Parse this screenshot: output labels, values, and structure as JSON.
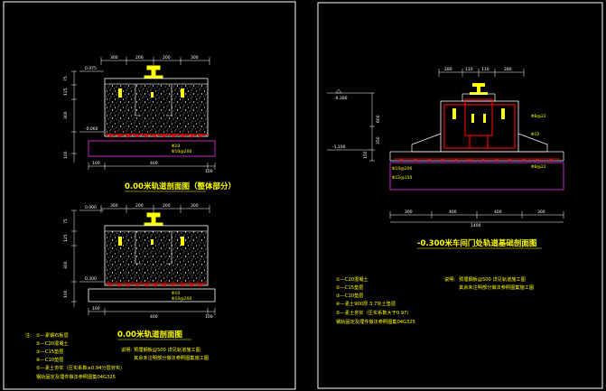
{
  "colors": {
    "background": "#000000",
    "frame": "#ffffff",
    "concrete": "#ffffff",
    "rebar": "#ff0000",
    "cushion": "#a020a0",
    "annotation": "#ffff00"
  },
  "left_sheet": {
    "section_top": {
      "title": "0.00米轨道剖面图（整体部分）",
      "dims_top": [
        "300",
        "200",
        "200",
        "300"
      ],
      "levels": [
        "0.075",
        "-0.060"
      ],
      "side_dims": [
        "75",
        "125",
        "300",
        "100"
      ],
      "bottom_dims": [
        "100",
        "400",
        "100"
      ],
      "rebar_labels": [
        "Φ10",
        "Φ10@200"
      ]
    },
    "section_bottom": {
      "title": "0.00米轨道剖面图",
      "dims_top": [
        "300",
        "200",
        "200",
        "300"
      ],
      "levels": [
        "0.000",
        "0.300"
      ],
      "side_dims": [
        "75",
        "125",
        "300",
        "100"
      ],
      "bottom_dims": [
        "100",
        "400",
        "100"
      ],
      "rebar_labels": [
        "Φ10",
        "Φ10@200"
      ]
    },
    "legend": {
      "label": "注:",
      "items": [
        "①—素钢石板层",
        "②—C20混凝土",
        "③—C15垫层",
        "④—C10垫层",
        "⑤—素土夯实（压实系数≥0.94分层夯实）",
        "钢轨固定及埋件做法参照图集04G325"
      ]
    },
    "notes": {
      "label": "说明:",
      "items": [
        "预埋钢板@500 详见轨道施工图",
        "其余未注明部分做法参照图集施工图"
      ]
    }
  },
  "right_sheet": {
    "title": "-0.300米车间门处轨道基础剖面图",
    "levels": [
      "-0.300",
      "-1.100"
    ],
    "dims_top": [
      "280",
      "110",
      "110",
      "280"
    ],
    "dims_bottom": [
      "300",
      "400",
      "400",
      "300"
    ],
    "total": "1400",
    "side_dims": [
      "600",
      "350",
      "150"
    ],
    "rebar_labels": [
      "Φ8@22",
      "Φ10",
      "Φ8@22",
      "Φ10@200",
      "Φ12@150"
    ],
    "legend": {
      "items": [
        "①—C20混凝土",
        "②—C15垫层",
        "③—C10垫层",
        "④—素土900厚 3:7灰土垫层",
        "⑤—素土夯实（压实系数大于0.97）",
        "钢轨固定及埋件做法参照图集04G325"
      ]
    },
    "notes": {
      "label": "说明:",
      "items": [
        "预埋钢板@500 详见轨道施工图",
        "其余未注明部分做法参照图集施工图"
      ]
    }
  }
}
